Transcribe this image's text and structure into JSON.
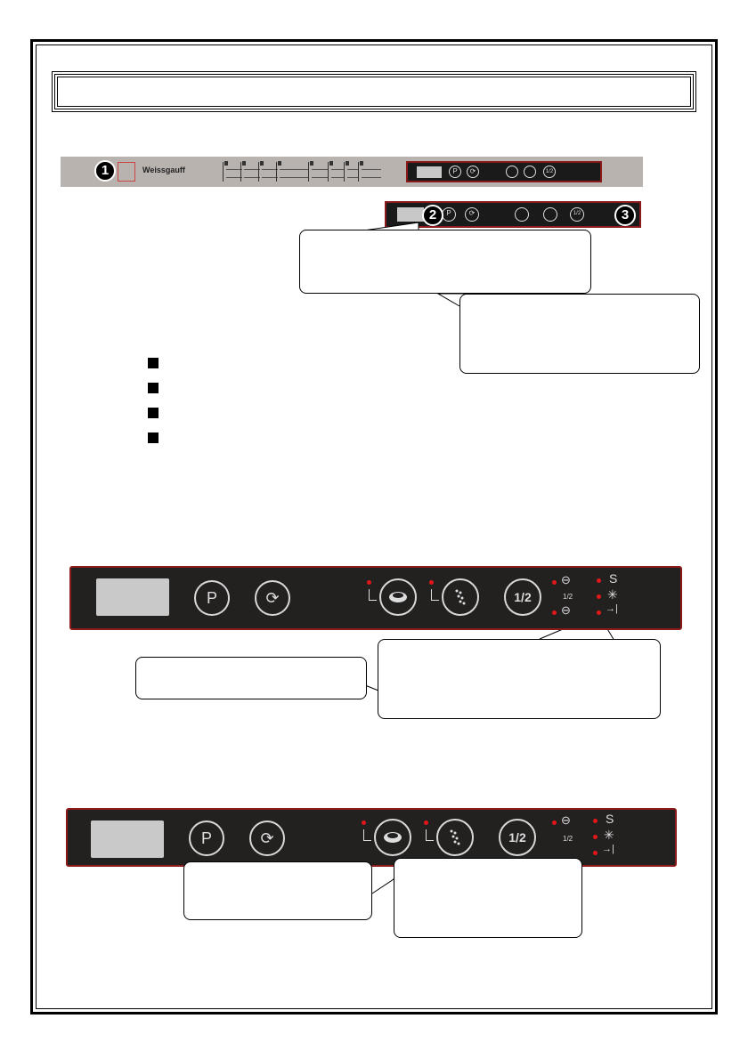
{
  "overview": {
    "badges": [
      "1",
      "2",
      "3"
    ],
    "brand": "Weissgauff"
  },
  "panel_buttons": {
    "program": "P",
    "start": "⟳",
    "half_load": "1/2",
    "half_small": "1/2"
  },
  "indicator_symbols": {
    "salt": "S",
    "rinse": "✳",
    "delay": "→|"
  },
  "icons": [
    "program-icon",
    "start-icon",
    "tablet-icon",
    "spray-icon",
    "half-load-icon",
    "upper-basket-icon",
    "lower-basket-icon",
    "salt-icon",
    "rinse-aid-icon",
    "delay-icon"
  ]
}
